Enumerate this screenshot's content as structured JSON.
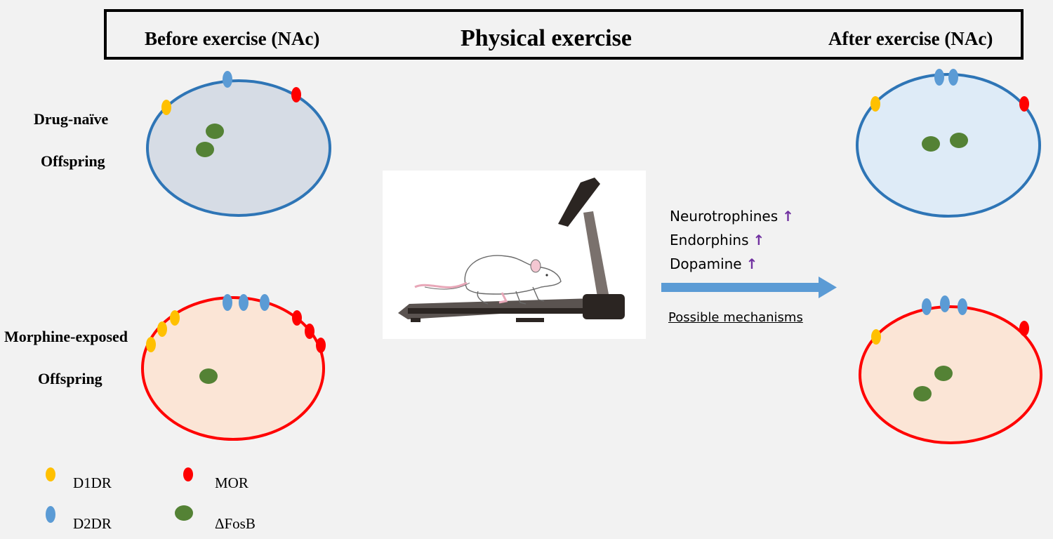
{
  "header": {
    "before_label": "Before exercise (NAc)",
    "center_label": "Physical exercise",
    "after_label": "After exercise (NAc)"
  },
  "groups": {
    "naive_line1": "Drug-naïve",
    "naive_line2": "Offspring",
    "morphine_line1": "Morphine-exposed",
    "morphine_line2": "Offspring"
  },
  "mechanisms": {
    "items": [
      {
        "label": "Neurotrophines",
        "arrow": "↑"
      },
      {
        "label": "Endorphins",
        "arrow": "↑"
      },
      {
        "label": "Dopamine",
        "arrow": "↑"
      }
    ],
    "caption": "Possible mechanisms"
  },
  "legend": {
    "d1dr": "D1DR",
    "mor": "MOR",
    "d2dr": "D2DR",
    "fosb": "ΔFosB"
  },
  "colors": {
    "d1dr": "#ffc000",
    "d2dr": "#5b9bd5",
    "mor": "#ff0000",
    "fosb": "#548235",
    "naive_cell_fill": "#d6dce5",
    "naive_cell_after_fill": "#deebf7",
    "naive_cell_stroke": "#2e75b6",
    "morphine_cell_fill": "#fbe5d6",
    "morphine_cell_stroke": "#ff0000",
    "process_arrow": "#5b9bd5",
    "increase_arrow": "#7030a0"
  }
}
